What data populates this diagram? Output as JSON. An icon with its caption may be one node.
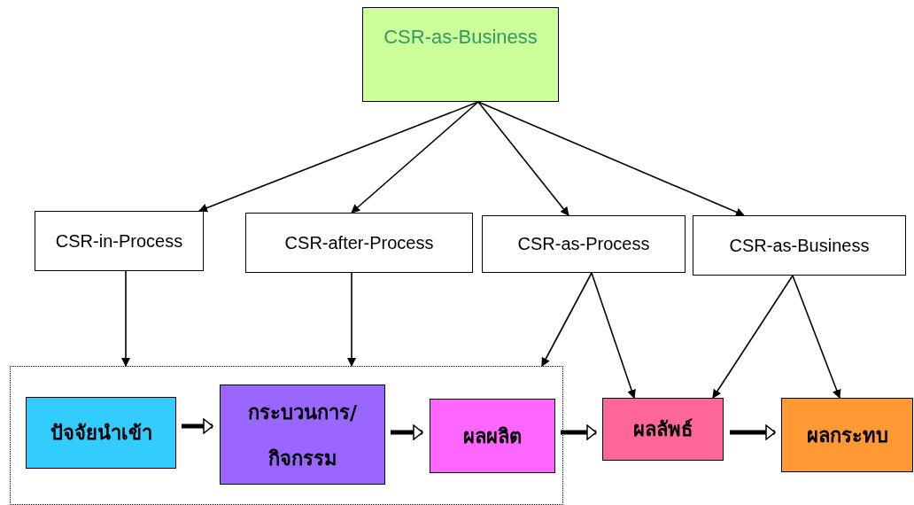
{
  "diagram": {
    "nodes": [
      {
        "text": [
          "CSR-as-Business"
        ]
      },
      {
        "text": [
          "CSR-in-Process"
        ]
      },
      {
        "text": [
          "CSR-after-Process"
        ]
      },
      {
        "text": [
          "CSR-as-Process"
        ]
      },
      {
        "text": [
          "CSR-as-Business"
        ]
      },
      {
        "text": [],
        "shape": "box"
      },
      {
        "text": [
          "ปัจจัยนำเข้า"
        ],
        "in": 5
      },
      {
        "text": [
          "กระบวนการ/กิจกรรม"
        ],
        "in": 5
      },
      {
        "text": [
          "ผลผลิต"
        ],
        "in": 5
      },
      {
        "text": [
          "ผลลัพธ์"
        ]
      },
      {
        "text": [
          "ผลกระทบ"
        ]
      }
    ],
    "edges": [
      {
        "from": 0,
        "to": 1,
        "arrow": "to"
      },
      {
        "from": 0,
        "to": 2,
        "arrow": "to"
      },
      {
        "from": 0,
        "to": 3,
        "arrow": "to"
      },
      {
        "from": 0,
        "to": 4,
        "arrow": "to"
      },
      {
        "from": 1,
        "to": 5,
        "arrow": "to"
      },
      {
        "from": 2,
        "to": 5,
        "arrow": "to"
      },
      {
        "from": 3,
        "to": 5,
        "arrow": "to"
      },
      {
        "from": 3,
        "to": 9,
        "arrow": "to"
      },
      {
        "from": 4,
        "to": 9,
        "arrow": "to"
      },
      {
        "from": 4,
        "to": 10,
        "arrow": "to"
      },
      {
        "from": 6,
        "to": 7,
        "arrow": "to",
        "style": "thick"
      },
      {
        "from": 7,
        "to": 8,
        "arrow": "to",
        "style": "thick"
      },
      {
        "from": 8,
        "to": 9,
        "arrow": "to",
        "style": "thick"
      },
      {
        "from": 9,
        "to": 10,
        "arrow": "to",
        "style": "thick"
      }
    ]
  }
}
